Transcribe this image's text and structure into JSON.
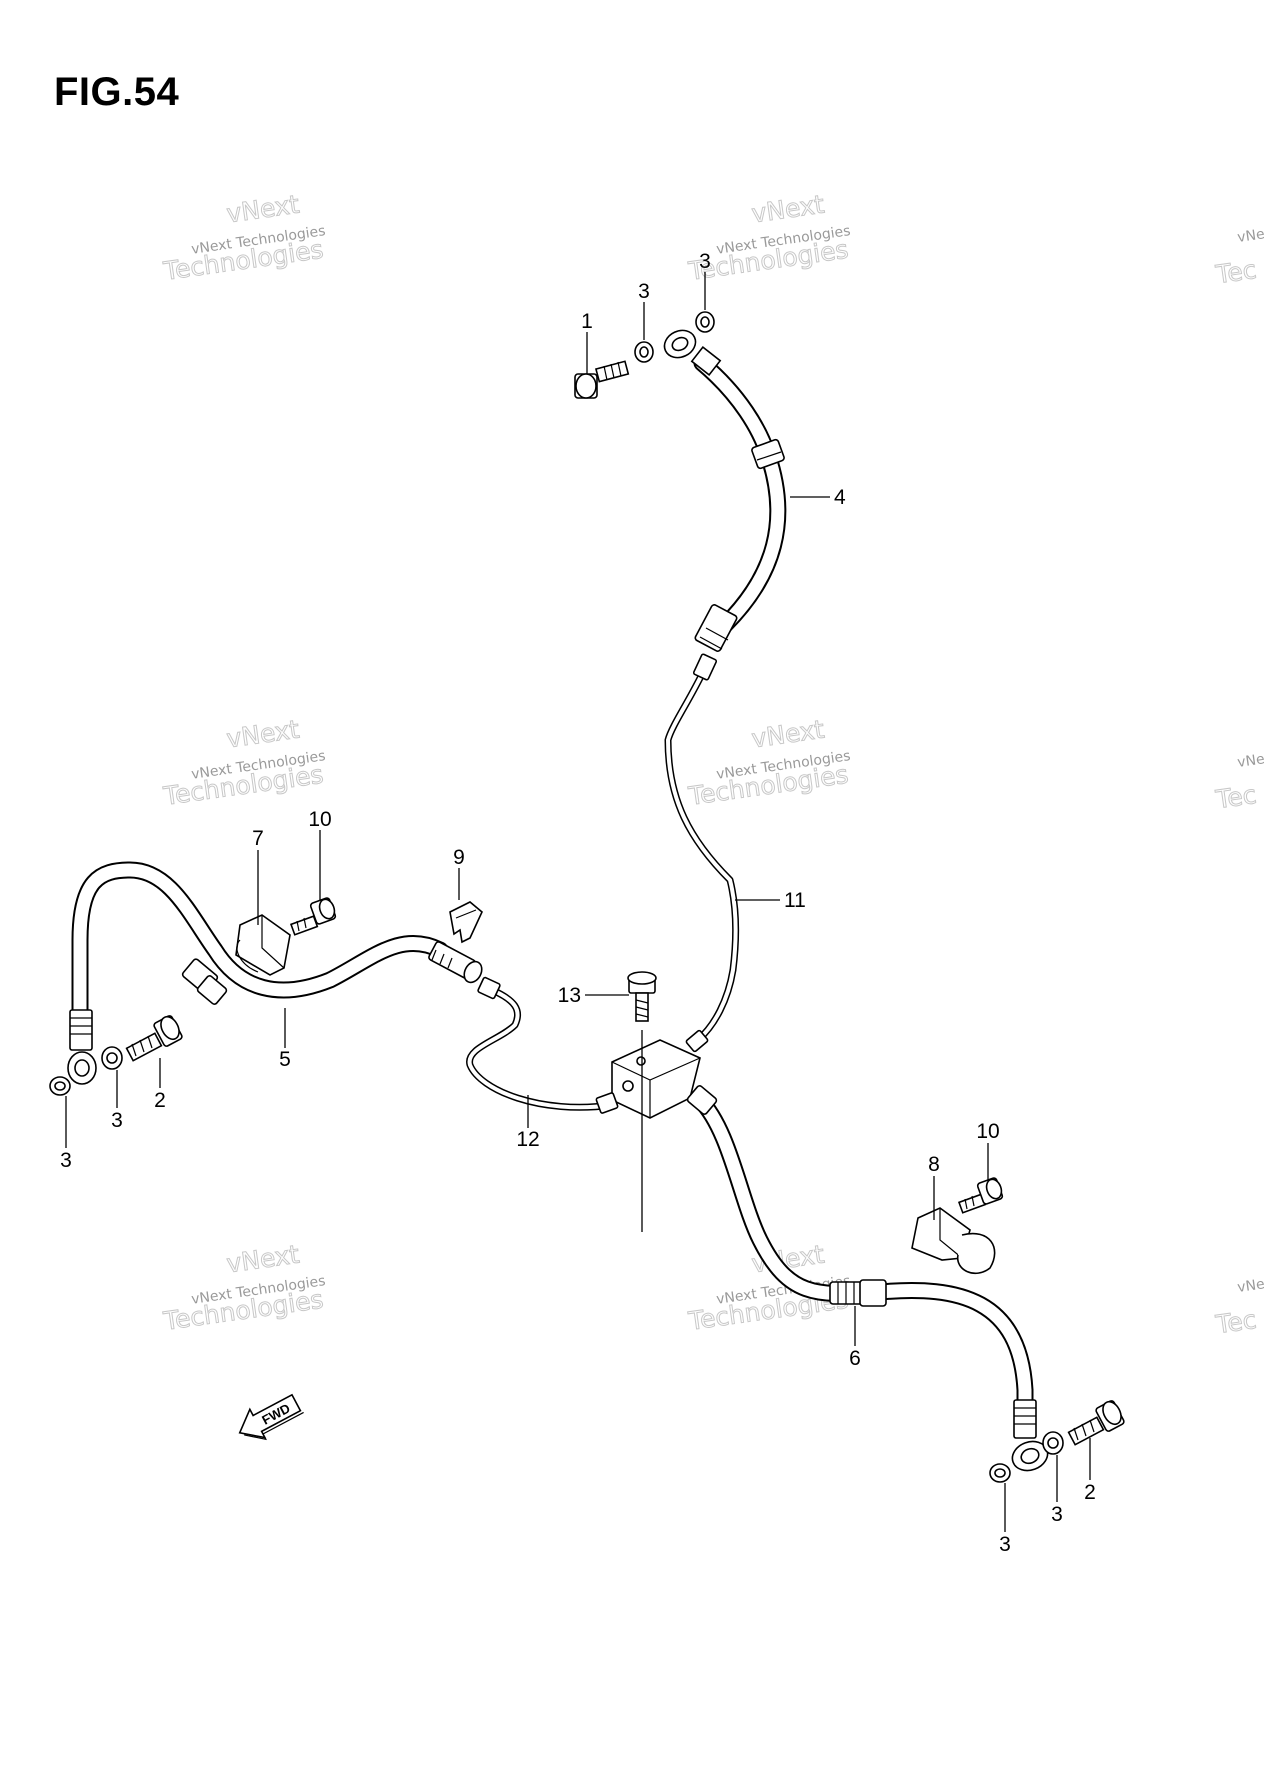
{
  "figure": {
    "title": "FIG.54"
  },
  "watermark": {
    "line1": "vNext Technologies",
    "line2": "vNext",
    "line3": "Technologies",
    "partial_line1": "vNe",
    "partial_line3": "Tec"
  },
  "direction_marker": {
    "label": "FWD"
  },
  "callouts": [
    {
      "id": "c1",
      "number": "1"
    },
    {
      "id": "c3a",
      "number": "3"
    },
    {
      "id": "c3b",
      "number": "3"
    },
    {
      "id": "c4",
      "number": "4"
    },
    {
      "id": "c11",
      "number": "11"
    },
    {
      "id": "c7",
      "number": "7"
    },
    {
      "id": "c10a",
      "number": "10"
    },
    {
      "id": "c9",
      "number": "9"
    },
    {
      "id": "c5",
      "number": "5"
    },
    {
      "id": "c2a",
      "number": "2"
    },
    {
      "id": "c3c",
      "number": "3"
    },
    {
      "id": "c3d",
      "number": "3"
    },
    {
      "id": "c13",
      "number": "13"
    },
    {
      "id": "c12",
      "number": "12"
    },
    {
      "id": "c10b",
      "number": "10"
    },
    {
      "id": "c8",
      "number": "8"
    },
    {
      "id": "c6",
      "number": "6"
    },
    {
      "id": "c2b",
      "number": "2"
    },
    {
      "id": "c3e",
      "number": "3"
    },
    {
      "id": "c3f",
      "number": "3"
    }
  ],
  "colors": {
    "line": "#000000",
    "background": "#ffffff",
    "watermark": "#c8c8c8"
  }
}
